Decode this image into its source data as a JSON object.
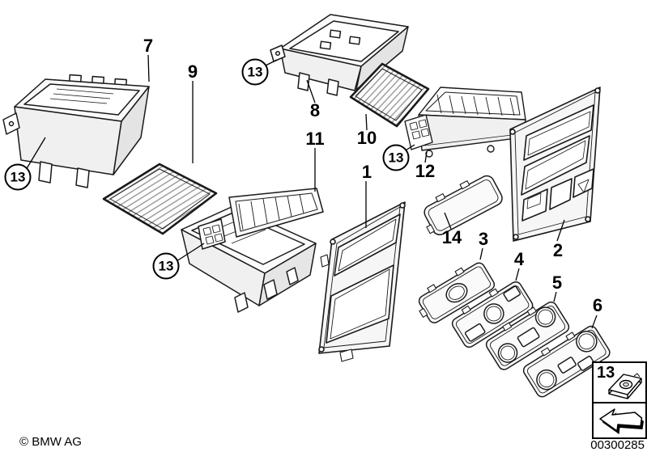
{
  "diagram": {
    "callout_numbers": {
      "n1": "1",
      "n2": "2",
      "n3": "3",
      "n4": "4",
      "n5": "5",
      "n6": "6",
      "n7": "7",
      "n8": "8",
      "n9": "9",
      "n10": "10",
      "n11": "11",
      "n12": "12",
      "n13": "13",
      "n14": "14"
    },
    "legend": {
      "fastener_label": "13"
    },
    "footer": {
      "copyright": "© BMW AG",
      "diagram_number": "00300285"
    }
  }
}
